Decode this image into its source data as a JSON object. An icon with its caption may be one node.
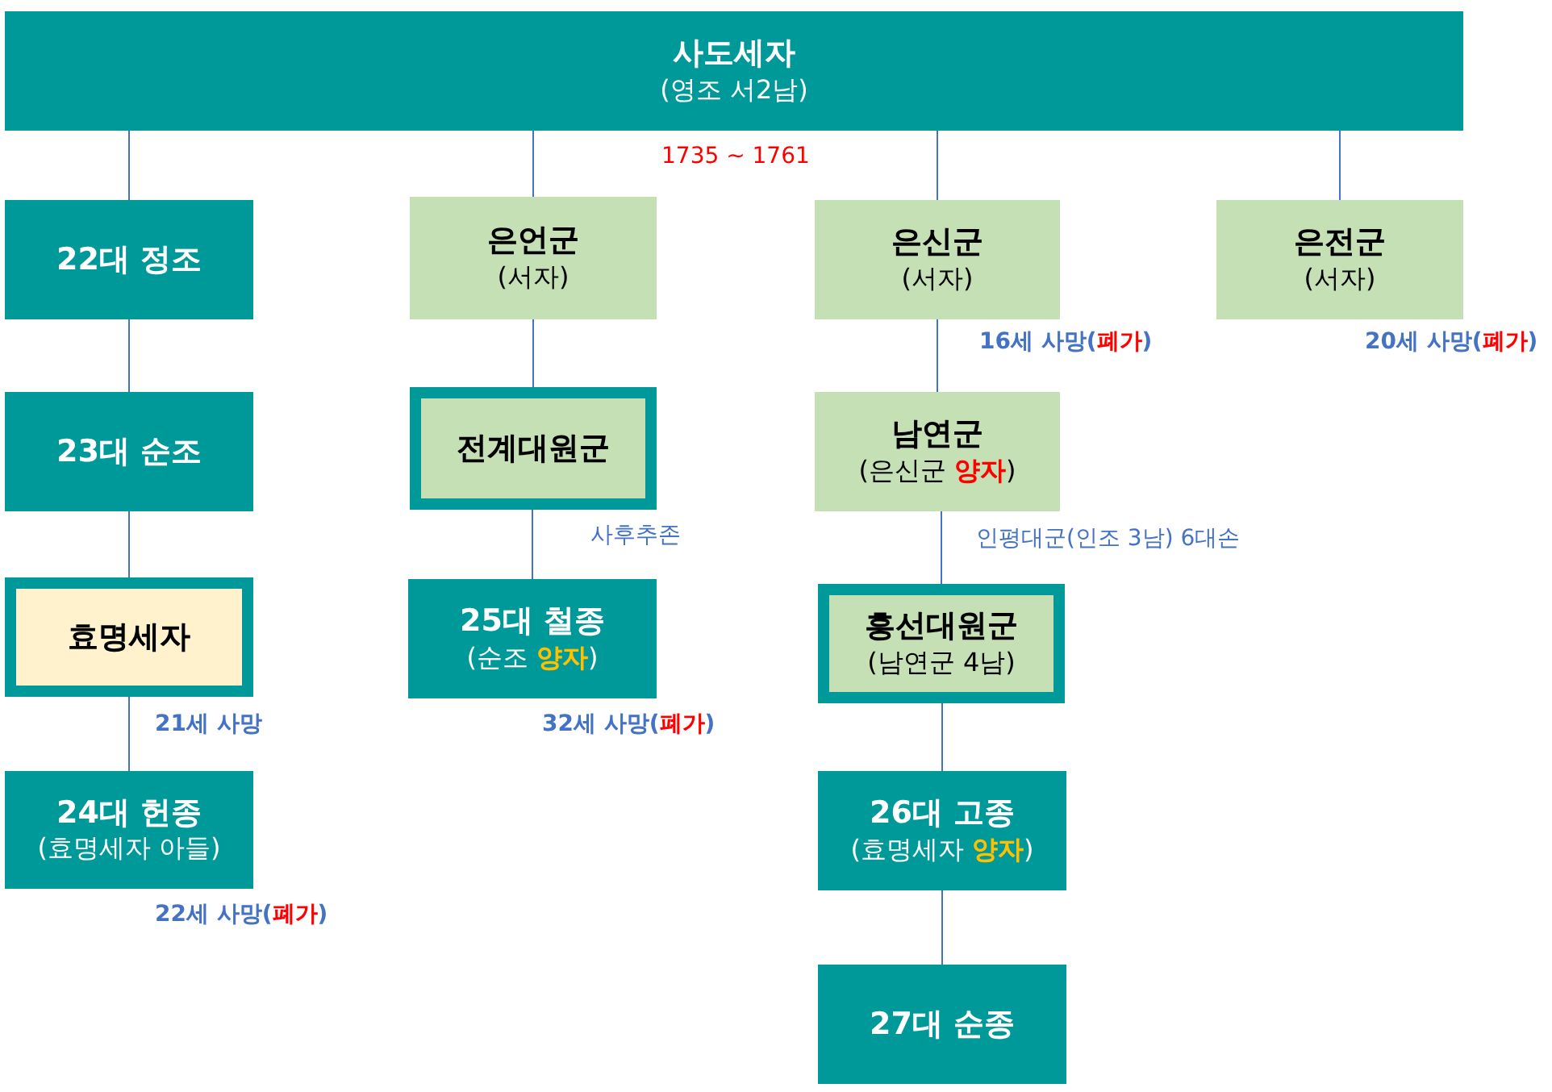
{
  "diagram": {
    "nodes": [
      {
        "text": [
          "사도세자",
          "(영조 서2남)"
        ],
        "beside": [
          "1735 ~ 1761"
        ]
      },
      {
        "text": [
          "22대 정조"
        ]
      },
      {
        "text": [
          "은언군",
          "(서자)"
        ]
      },
      {
        "text": [
          "은신군",
          "(서자)"
        ],
        "beside": [
          "16세 사망(**폐가**)"
        ]
      },
      {
        "text": [
          "은전군",
          "(서자)"
        ],
        "beside": [
          "20세 사망(**폐가**)"
        ]
      },
      {
        "text": [
          "23대 순조"
        ]
      },
      {
        "text": [
          "전계대원군"
        ],
        "beside": [
          "사후추존"
        ]
      },
      {
        "text": [
          "남연군",
          "(은신군 **양자**)"
        ],
        "beside": [
          "인평대군(인조 3남) 6대손"
        ]
      },
      {
        "text": [
          "효명세자"
        ],
        "beside": [
          "21세 사망"
        ]
      },
      {
        "text": [
          "25대 철종",
          "(순조 **양자**)"
        ],
        "beside": [
          "32세 사망(**폐가**)"
        ]
      },
      {
        "text": [
          "흥선대원군",
          "(남연군 4남)"
        ]
      },
      {
        "text": [
          "24대 헌종",
          "(효명세자 아들)"
        ],
        "beside": [
          "22세 사망(**폐가**)"
        ]
      },
      {
        "text": [
          "26대 고종",
          "(효명세자 **양자**)"
        ]
      },
      {
        "text": [
          "27대 순종"
        ]
      }
    ],
    "edges": [
      {
        "from": 0,
        "to": 1,
        "arrow": "none"
      },
      {
        "from": 0,
        "to": 2,
        "arrow": "none"
      },
      {
        "from": 0,
        "to": 3,
        "arrow": "none"
      },
      {
        "from": 0,
        "to": 4,
        "arrow": "none"
      },
      {
        "from": 1,
        "to": 5,
        "arrow": "none"
      },
      {
        "from": 5,
        "to": 8,
        "arrow": "none"
      },
      {
        "from": 8,
        "to": 11,
        "arrow": "none"
      },
      {
        "from": 2,
        "to": 6,
        "arrow": "none"
      },
      {
        "from": 6,
        "to": 9,
        "arrow": "none"
      },
      {
        "from": 3,
        "to": 7,
        "arrow": "none"
      },
      {
        "from": 7,
        "to": 10,
        "arrow": "none"
      },
      {
        "from": 10,
        "to": 12,
        "arrow": "none"
      },
      {
        "from": 12,
        "to": 13,
        "arrow": "none"
      }
    ]
  }
}
